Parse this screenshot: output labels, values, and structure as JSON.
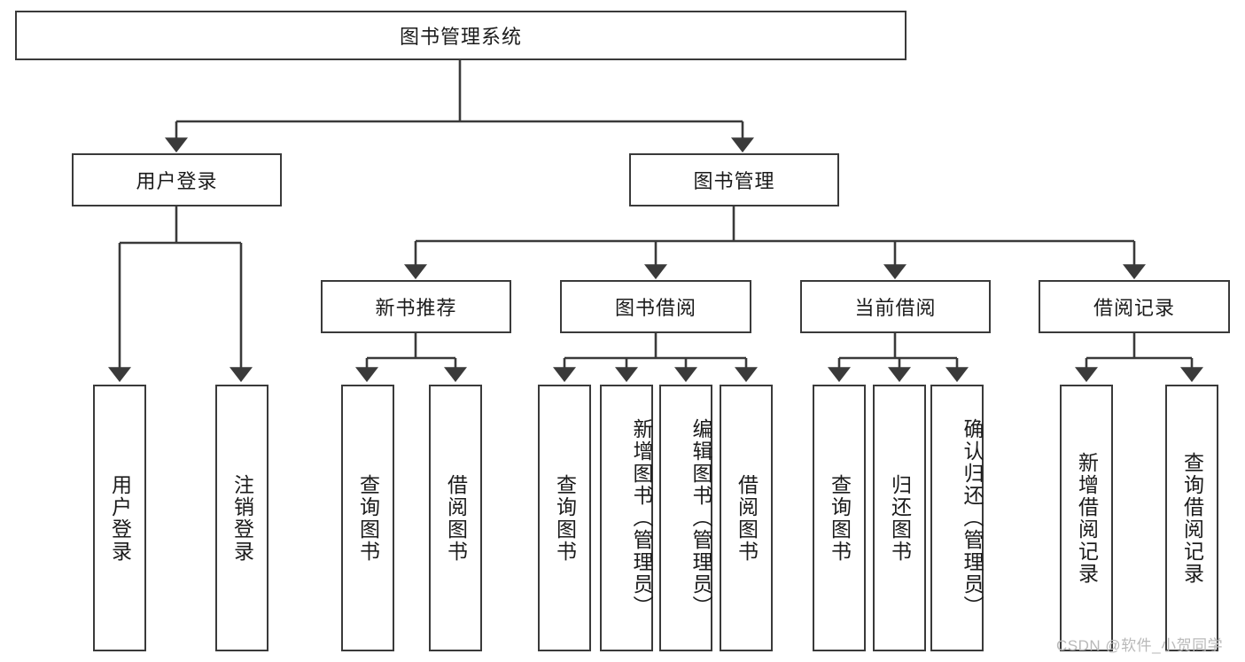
{
  "diagram": {
    "title": "图书管理系统",
    "type": "tree-hierarchy-chart",
    "root": {
      "id": "root",
      "label": "图书管理系统"
    },
    "level2": [
      {
        "id": "login",
        "label": "用户登录"
      },
      {
        "id": "bookmgmt",
        "label": "图书管理"
      }
    ],
    "level3": [
      {
        "id": "newbook",
        "label": "新书推荐"
      },
      {
        "id": "borrow",
        "label": "图书借阅"
      },
      {
        "id": "current",
        "label": "当前借阅"
      },
      {
        "id": "records",
        "label": "借阅记录"
      }
    ],
    "leaves": {
      "login": [
        {
          "id": "user-login",
          "label": "用户登录"
        },
        {
          "id": "user-logout",
          "label": "注销登录"
        }
      ],
      "newbook": [
        {
          "id": "query-book-1",
          "label": "查询图书"
        },
        {
          "id": "borrow-book-1",
          "label": "借阅图书"
        }
      ],
      "borrow": [
        {
          "id": "query-book-2",
          "label": "查询图书"
        },
        {
          "id": "add-book",
          "label": "新增图书（管理员）"
        },
        {
          "id": "edit-book",
          "label": "编辑图书（管理员）"
        },
        {
          "id": "borrow-book-2",
          "label": "借阅图书"
        }
      ],
      "current": [
        {
          "id": "query-book-3",
          "label": "查询图书"
        },
        {
          "id": "return-book",
          "label": "归还图书"
        },
        {
          "id": "confirm-return",
          "label": "确认归还（管理员）"
        }
      ],
      "records": [
        {
          "id": "add-record",
          "label": "新增借阅记录"
        },
        {
          "id": "query-record",
          "label": "查询借阅记录"
        }
      ]
    }
  },
  "watermark": {
    "text": "CSDN @软件_小贺同学"
  },
  "colors": {
    "stroke": "#3a3a3a",
    "background": "#ffffff",
    "text": "#1b1b1b",
    "watermark": "#b9b9b9"
  }
}
